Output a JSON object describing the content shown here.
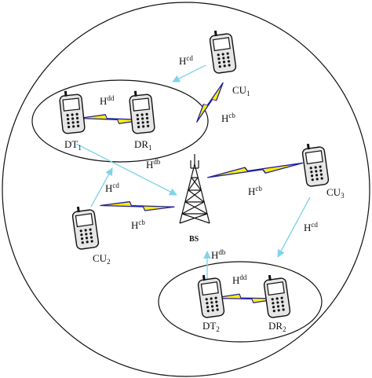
{
  "colors": {
    "boundary": "#111111",
    "interference_arrow": "#7fd4ea",
    "lightning_fill": "#ffee00",
    "lightning_stroke": "#1f1f9e",
    "phone_body": "#e6e6e6",
    "phone_screen": "#ffffff",
    "tower": "#111111"
  },
  "nodes": {
    "bs": {
      "label": "BS",
      "icon": "base-station-tower-icon"
    },
    "cu1": {
      "label": "CU",
      "sub": "1",
      "icon": "mobile-phone-icon"
    },
    "cu2": {
      "label": "CU",
      "sub": "2",
      "icon": "mobile-phone-icon"
    },
    "cu3": {
      "label": "CU",
      "sub": "3",
      "icon": "mobile-phone-icon"
    },
    "dt1": {
      "label": "DT",
      "sub": "1",
      "icon": "mobile-phone-icon"
    },
    "dr1": {
      "label": "DR",
      "sub": "1",
      "icon": "mobile-phone-icon"
    },
    "dt2": {
      "label": "DT",
      "sub": "2",
      "icon": "mobile-phone-icon"
    },
    "dr2": {
      "label": "DR",
      "sub": "2",
      "icon": "mobile-phone-icon"
    }
  },
  "channels": {
    "h_cd_cu1": {
      "base": "H",
      "sup": "cd"
    },
    "h_cb_cu1": {
      "base": "H",
      "sup": "cb"
    },
    "h_dd_pair1": {
      "base": "H",
      "sup": "dd"
    },
    "h_db_dt1": {
      "base": "H",
      "sup": "db"
    },
    "h_cb_cu3": {
      "base": "H",
      "sup": "cb"
    },
    "h_cd_cu2": {
      "base": "H",
      "sup": "cd"
    },
    "h_cb_cu2": {
      "base": "H",
      "sup": "cb"
    },
    "h_cd_cu3": {
      "base": "H",
      "sup": "cd"
    },
    "h_db_dt2": {
      "base": "H",
      "sup": "db"
    },
    "h_dd_pair2": {
      "base": "H",
      "sup": "dd"
    }
  }
}
